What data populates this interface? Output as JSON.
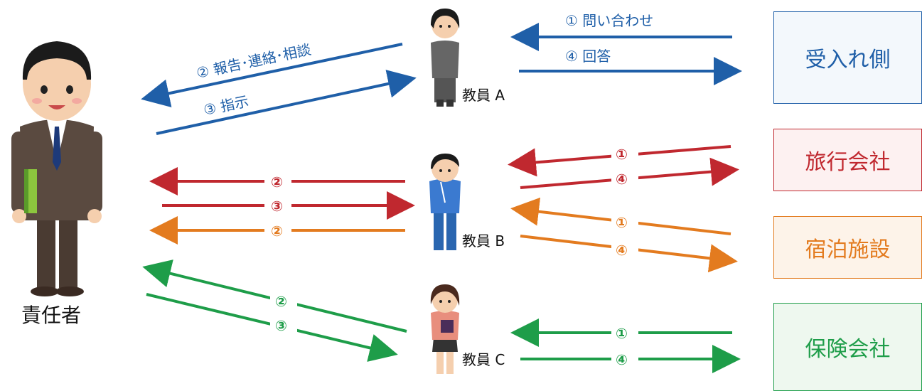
{
  "diagram": {
    "responsible": {
      "label": "責任者"
    },
    "teachers": [
      {
        "label": "教員 A"
      },
      {
        "label": "教員 B"
      },
      {
        "label": "教員 C"
      }
    ],
    "parties": [
      {
        "label": "受入れ側",
        "color": "#1f5fa8",
        "fill": "#f3f8fc"
      },
      {
        "label": "旅行会社",
        "color": "#c0282f",
        "fill": "#fdf1f1"
      },
      {
        "label": "宿泊施設",
        "color": "#e37b1f",
        "fill": "#fdf3e9"
      },
      {
        "label": "保険会社",
        "color": "#1e9d49",
        "fill": "#eef8ef"
      }
    ],
    "arrow_labels": {
      "a_inquiry": "① 問い合わせ",
      "a_answer": "④ 回答",
      "a_report": "② 報告･連絡･相談",
      "a_instruct": "③ 指示",
      "b_red_2": "②",
      "b_red_3": "③",
      "b_orange_2": "②",
      "b_red_1": "①",
      "b_red_4": "④",
      "b_orange_1": "①",
      "b_orange_4": "④",
      "c_2": "②",
      "c_3": "③",
      "c_1": "①",
      "c_4": "④"
    },
    "colors": {
      "blue": "#1f5fa8",
      "red": "#c0282f",
      "orange": "#e37b1f",
      "green": "#1e9d49"
    }
  }
}
